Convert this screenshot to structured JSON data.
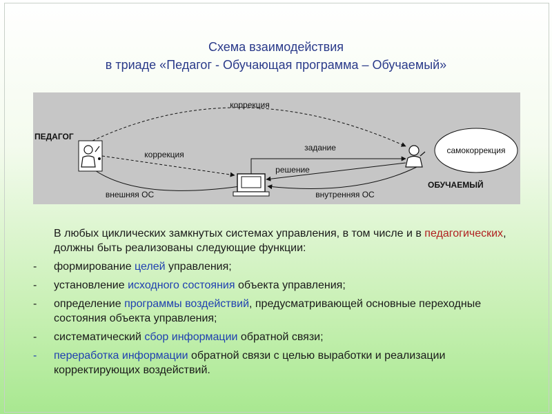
{
  "title": {
    "line1": "Схема взаимодействия",
    "line2": "в триаде «Педагог - Обучающая программа – Обучаемый»"
  },
  "scheme": {
    "teacher_label": "ПЕДАГОГ",
    "student_label": "ОБУЧАЕМЫЙ",
    "self_correction": "самокоррекция",
    "top_arrow": "коррекция",
    "teacher_to_pc": "коррекция",
    "pc_to_student": "задание",
    "student_to_pc": "решение",
    "external_fb": "внешняя ОС",
    "internal_fb": "внутренняя ОС"
  },
  "text": {
    "intro_a": "В любых циклических замкнутых системах управления, в том числе и в ",
    "intro_kw": "педагогических",
    "intro_b": ", должны быть реализованы следующие функции:",
    "items": [
      {
        "dash": "-",
        "pre": "формирование ",
        "kw": "целей",
        "post": " управления;"
      },
      {
        "dash": "-",
        "pre": "установление ",
        "kw": "исходного состояния",
        "post": " объекта управления;"
      },
      {
        "dash": "-",
        "pre": "определение ",
        "kw": "программы воздействий",
        "post": ", предусматривающей основные переходные состояния объекта управления;"
      },
      {
        "dash": "-",
        "pre": "систематический ",
        "kw": "сбор информации",
        "post": " обратной связи;"
      },
      {
        "dash": "-",
        "pre": "",
        "kw": "переработка информации",
        "post": " обратной связи с целью выработки и реализации корректирующих воздействий."
      }
    ]
  },
  "colors": {
    "title": "#2a3a8a",
    "keyword": "#1f3fb0",
    "keyword_red": "#b02020",
    "scheme_bg": "#c6c6c6"
  }
}
